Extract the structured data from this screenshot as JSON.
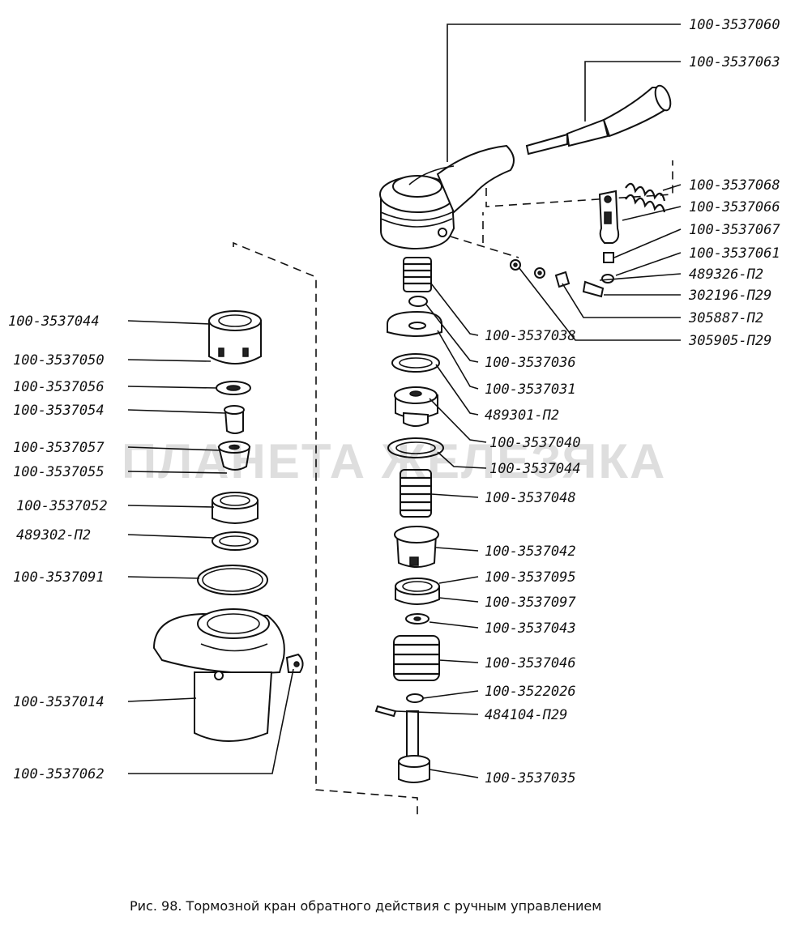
{
  "caption": "Рис. 98. Тормозной кран обратного действия с ручным управлением",
  "watermark": "ПЛАНЕТА ЖЕЛЕЗЯКА",
  "labels": [
    "100-3537060",
    "100-3537063",
    "100-3537068",
    "100-3537066",
    "100-3537067",
    "100-3537061",
    "489326-П2",
    "302196-П29",
    "305887-П2",
    "305905-П29",
    "100-3537038",
    "100-3537036",
    "100-3537031",
    "489301-П2",
    "100-3537040",
    "100-3537044",
    "100-3537048",
    "100-3537042",
    "100-3537095",
    "100-3537097",
    "100-3537043",
    "100-3537046",
    "100-3522026",
    "484104-П29",
    "100-3537035",
    "100-3537044",
    "100-3537050",
    "100-3537056",
    "100-3537054",
    "100-3537057",
    "100-3537055",
    "100-3537052",
    "489302-П2",
    "100-3537091",
    "100-3537014",
    "100-3537062"
  ]
}
